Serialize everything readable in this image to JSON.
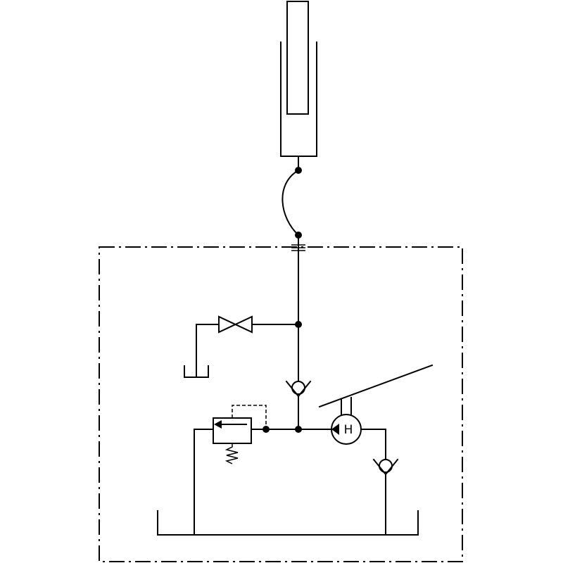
{
  "diagram": {
    "pump_label": "H",
    "colors": {
      "line": "#000000",
      "background": "#ffffff"
    },
    "components": [
      {
        "name": "single-acting-cylinder"
      },
      {
        "name": "flexible-hose"
      },
      {
        "name": "quick-coupling"
      },
      {
        "name": "shutoff-valve"
      },
      {
        "name": "tank"
      },
      {
        "name": "check-valve"
      },
      {
        "name": "pressure-relief-valve"
      },
      {
        "name": "hand-pump"
      },
      {
        "name": "pump-lever"
      },
      {
        "name": "suction-check-valve"
      },
      {
        "name": "power-unit-enclosure"
      }
    ]
  }
}
